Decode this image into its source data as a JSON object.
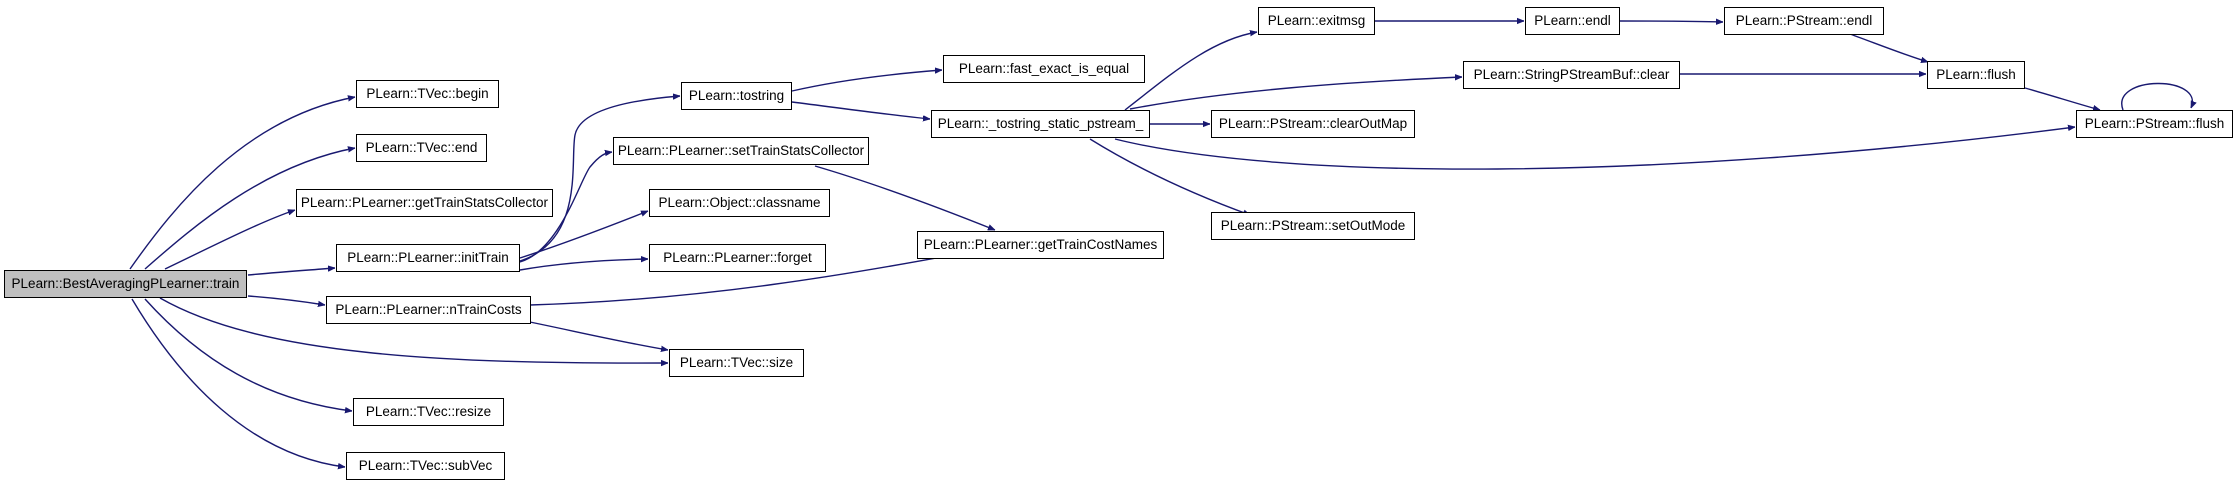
{
  "graph": {
    "edge_color": "#191970",
    "root_fill": "#bfbfbf",
    "node_fill": "#ffffff",
    "nodes": {
      "root": "PLearn::BestAveragingPLearner::train",
      "begin": "PLearn::TVec::begin",
      "end": "PLearn::TVec::end",
      "getTrainStatsCollector": "PLearn::PLearner::getTrainStatsCollector",
      "initTrain": "PLearn::PLearner::initTrain",
      "nTrainCosts": "PLearn::PLearner::nTrainCosts",
      "size": "PLearn::TVec::size",
      "resize": "PLearn::TVec::resize",
      "subVec": "PLearn::TVec::subVec",
      "tostring": "PLearn::tostring",
      "setTrainStatsCollector": "PLearn::PLearner::setTrainStatsCollector",
      "classname": "PLearn::Object::classname",
      "forget": "PLearn::PLearner::forget",
      "fast_exact_is_equal": "PLearn::fast_exact_is_equal",
      "tostring_static_pstream": "PLearn::_tostring_static_pstream_",
      "getTrainCostNames": "PLearn::PLearner::getTrainCostNames",
      "exitmsg": "PLearn::exitmsg",
      "stringpstreambuf_clear": "PLearn::StringPStreamBuf::clear",
      "clearOutMap": "PLearn::PStream::clearOutMap",
      "setOutMode": "PLearn::PStream::setOutMode",
      "endl": "PLearn::endl",
      "pstream_endl": "PLearn::PStream::endl",
      "flush": "PLearn::flush",
      "pstream_flush": "PLearn::PStream::flush"
    }
  }
}
